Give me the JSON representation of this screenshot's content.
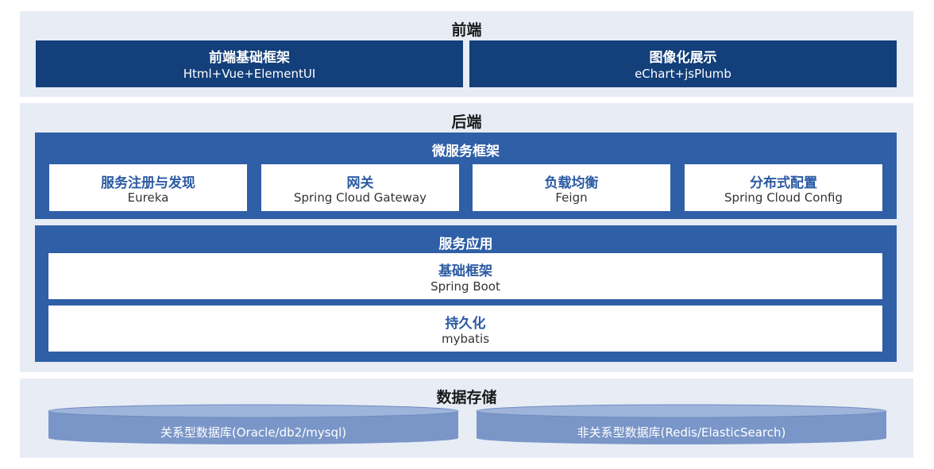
{
  "frontend": {
    "title": "前端",
    "boxes": [
      {
        "title": "前端基础框架",
        "subtitle": "Html+Vue+ElementUI"
      },
      {
        "title": "图像化展示",
        "subtitle": "eChart+jsPlumb"
      }
    ]
  },
  "backend": {
    "title": "后端",
    "microservice": {
      "title": "微服务框架",
      "items": [
        {
          "title": "服务注册与发现",
          "subtitle": "Eureka"
        },
        {
          "title": "网关",
          "subtitle": "Spring Cloud Gateway"
        },
        {
          "title": "负载均衡",
          "subtitle": "Feign"
        },
        {
          "title": "分布式配置",
          "subtitle": "Spring Cloud Config"
        }
      ]
    },
    "service_app": {
      "title": "服务应用",
      "items": [
        {
          "title": "基础框架",
          "subtitle": "Spring Boot"
        },
        {
          "title": "持久化",
          "subtitle": "mybatis"
        }
      ]
    }
  },
  "storage": {
    "title": "数据存储",
    "databases": [
      {
        "label": "关系型数据库(Oracle/db2/mysql)"
      },
      {
        "label": "非关系型数据库(Redis/ElasticSearch)"
      }
    ]
  },
  "colors": {
    "layer_bg": "#e7ecf5",
    "frontend_box": "#133f7a",
    "backend_box": "#2f5fa7",
    "item_title": "#2b5aa2",
    "db_body": "#7a96c8",
    "db_top": "#9fb4da"
  }
}
